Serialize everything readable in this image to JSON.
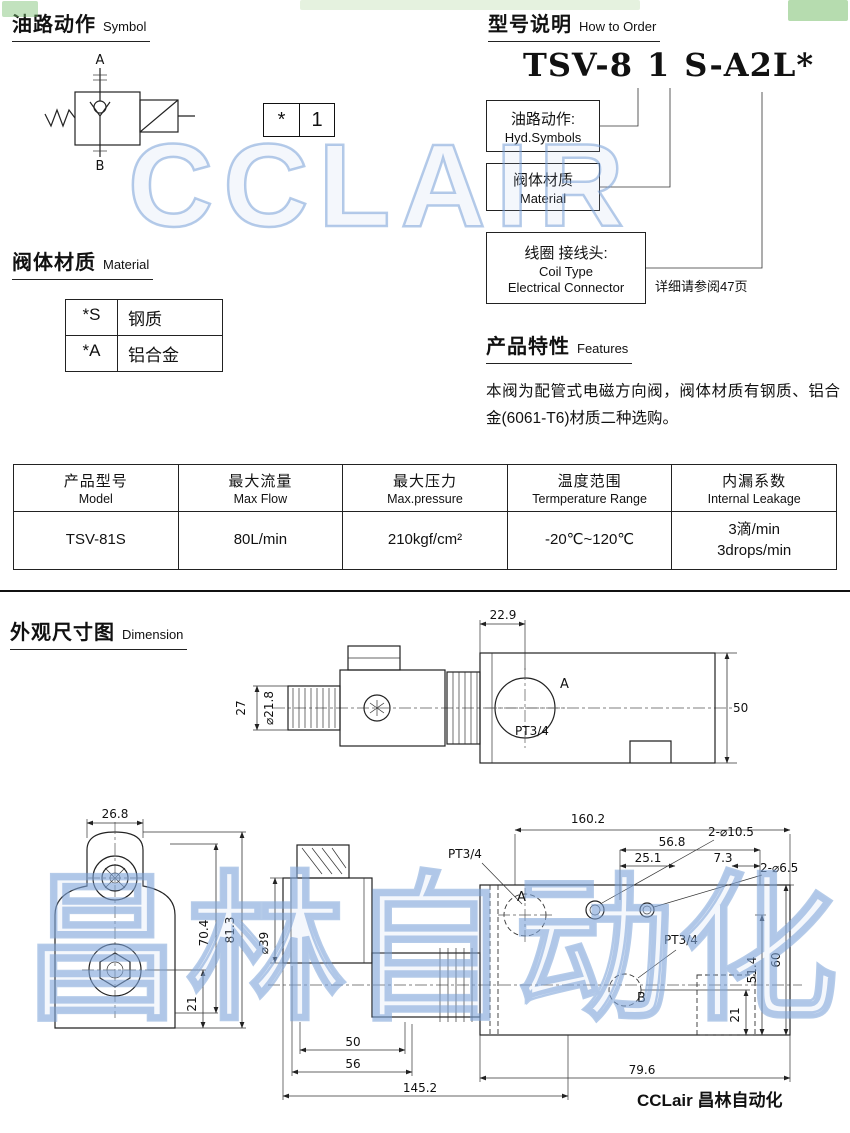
{
  "watermarks": {
    "top": "CCLAIR",
    "bottom": "昌林自动化"
  },
  "symbol_section": {
    "title_cn": "油路动作",
    "title_en": "Symbol",
    "port_a": "A",
    "port_b": "B",
    "variant_star": "*",
    "variant_num": "1"
  },
  "order_section": {
    "title_cn": "型号说明",
    "title_en": "How to Order",
    "code_part1": "TSV-8",
    "code_part2": "1",
    "code_part3": "S-A2L*",
    "box_hyd_line1": "油路动作:",
    "box_hyd_line2": "Hyd.Symbols",
    "box_mat_line1": "阀体材质",
    "box_mat_line2": "Material",
    "box_coil_line1": "线圈 接线头:",
    "box_coil_line2": "Coil Type",
    "box_coil_line3": "Electrical Connector",
    "note": "详细请参阅47页"
  },
  "material_section": {
    "title_cn": "阀体材质",
    "title_en": "Material",
    "rows": [
      {
        "code": "*S",
        "name": "钢质"
      },
      {
        "code": "*A",
        "name": "铝合金"
      }
    ]
  },
  "features_section": {
    "title_cn": "产品特性",
    "title_en": "Features",
    "text": "本阀为配管式电磁方向阀，阀体材质有钢质、铝合金(6061-T6)材质二种选购。"
  },
  "spec_table": {
    "headers": [
      {
        "cn": "产品型号",
        "en": "Model"
      },
      {
        "cn": "最大流量",
        "en": "Max Flow"
      },
      {
        "cn": "最大压力",
        "en": "Max.pressure"
      },
      {
        "cn": "温度范围",
        "en": "Termperature Range"
      },
      {
        "cn": "内漏系数",
        "en": "Internal Leakage"
      }
    ],
    "row": [
      "TSV-81S",
      "80L/min",
      "210kgf/cm²",
      "-20℃~120℃",
      "3滴/min\n3drops/min"
    ]
  },
  "dimension_section": {
    "title_cn": "外观尺寸图",
    "title_en": "Dimension"
  },
  "drawing_top": {
    "d22_9": "22.9",
    "d27": "27",
    "dia21_8": "⌀21.8",
    "d50": "50",
    "port_a": "A",
    "pt34": "PT3/4"
  },
  "drawing_front": {
    "d26_8": "26.8",
    "d70_4": "70.4",
    "d81_3": "81.3",
    "d21": "21"
  },
  "drawing_side": {
    "d160_2": "160.2",
    "d56_8": "56.8",
    "d25_1": "25.1",
    "d7_3": "7.3",
    "holes_large": "2-⌀10.5",
    "holes_small": "2-⌀6.5",
    "pt34_a": "PT3/4",
    "port_a": "A",
    "pt34_b": "PT3/4",
    "port_b": "B",
    "dia39": "⌀39",
    "d50": "50",
    "d56": "56",
    "d145_2": "145.2",
    "d79_6": "79.6",
    "d51_4": "51.4",
    "d60": "60",
    "d21": "21"
  },
  "footer": {
    "brand": "CCLair 昌林自动化"
  }
}
